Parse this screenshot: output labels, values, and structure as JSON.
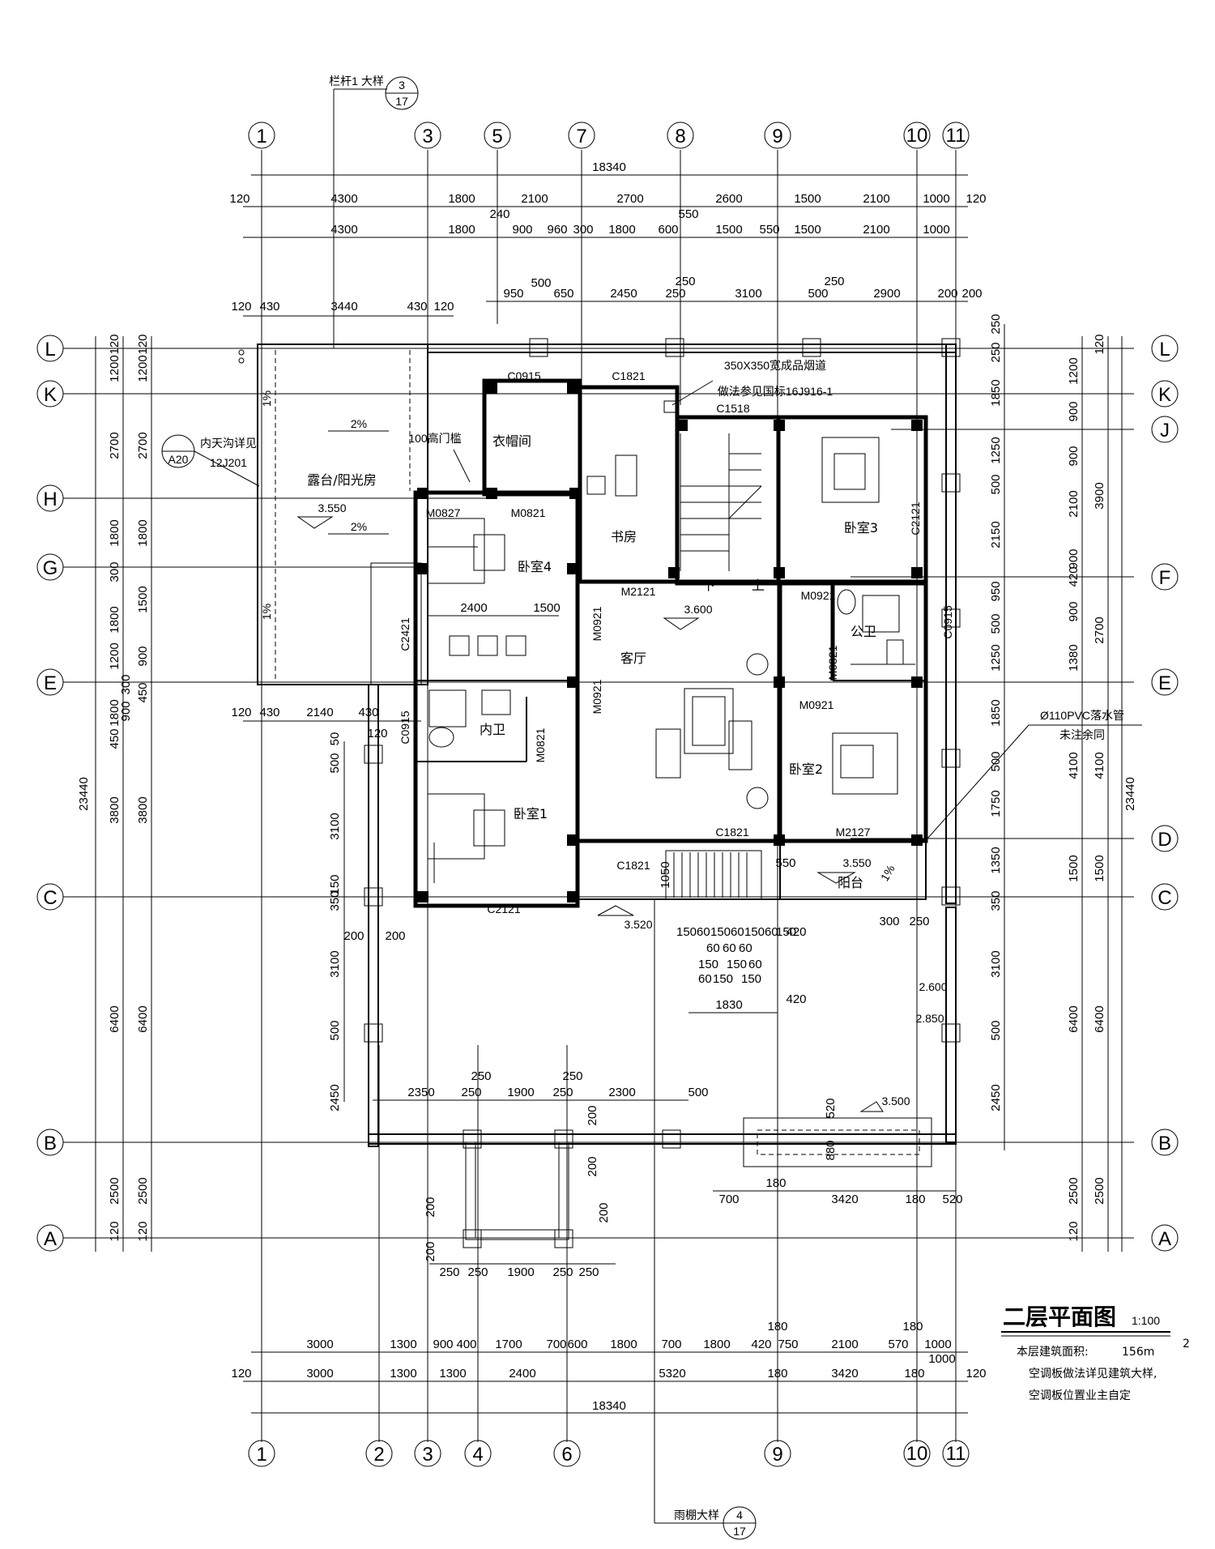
{
  "drawing": {
    "title": "二层平面图",
    "scale": "1:100",
    "area_label": "本层建筑面积:",
    "area_value": "156m",
    "area_sup": "2",
    "note1": "空调板做法详见建筑大样,",
    "note2": "空调板位置业主自定"
  },
  "axes_top": [
    "1",
    "3",
    "5",
    "7",
    "8",
    "9",
    "10",
    "11"
  ],
  "axes_bottom": [
    "1",
    "2",
    "3",
    "4",
    "6",
    "9",
    "10",
    "11"
  ],
  "axes_left": [
    "L",
    "K",
    "H",
    "G",
    "E",
    "C",
    "B",
    "A"
  ],
  "axes_right": [
    "L",
    "K",
    "J",
    "F",
    "E",
    "D",
    "C",
    "B",
    "A"
  ],
  "callouts": {
    "railing": "栏杆1 大样",
    "railing_num": "3",
    "railing_sheet": "17",
    "canopy": "雨棚大样",
    "canopy_num": "4",
    "canopy_sheet": "17",
    "gutter": "内天沟详见",
    "gutter_std": "12J201",
    "gutter_sheet": "A20",
    "chimney1": "350X350宽成品烟道",
    "chimney2": "做法参见国标16J916-1",
    "pipe1": "Ø110PVC落水管",
    "pipe2": "未注余同",
    "threshold": "100高门槛"
  },
  "rooms": {
    "terrace": "露台/阳光房",
    "closet": "衣帽间",
    "study": "书房",
    "bed1": "卧室1",
    "bed2": "卧室2",
    "bed3": "卧室3",
    "bed4": "卧室4",
    "living": "客厅",
    "bath_in": "内卫",
    "bath_pub": "公卫",
    "balcony": "阳台",
    "up": "上",
    "down": "下"
  },
  "openings": {
    "c0915a": "C0915",
    "c1821a": "C1821",
    "c1518": "C1518",
    "m0827": "M0827",
    "m0821a": "M0821",
    "m2121": "M2121",
    "m0921a": "M0921",
    "m0921b": "M0921",
    "m0921c": "M0921",
    "m0921d": "M0921",
    "c2121a": "C2121",
    "c2421": "C2421",
    "c0915b": "C0915",
    "m0821b": "M0821",
    "m0821c": "M0821",
    "c1821b": "C1821",
    "c1821c": "C1821",
    "c2121b": "C2121",
    "m2127": "M2127",
    "c0915c": "C0915"
  },
  "levels": {
    "l1": "3.550",
    "l2": "3.600",
    "l3": "3.550",
    "l4": "3.520",
    "l5": "2.600",
    "l6": "2.850",
    "l7": "3.500"
  },
  "slopes": {
    "s1": "2%",
    "s2": "2%",
    "s3": "1%",
    "s4": "1%",
    "s5": "1%"
  },
  "dims_top": {
    "overall": "18340",
    "row1": [
      "120",
      "4300",
      "1800",
      "2100",
      "2700",
      "2600",
      "1500",
      "2100",
      "1000",
      "120"
    ],
    "row2": [
      "4300",
      "1800",
      "900",
      "960",
      "300",
      "1800",
      "600",
      "1500",
      "550",
      "1500",
      "2100",
      "1000"
    ],
    "row2_extra": [
      "240",
      "550"
    ],
    "row3": [
      "950",
      "500",
      "650",
      "2450",
      "250",
      "3100",
      "500",
      "2900",
      "200",
      "200"
    ],
    "row3_extra": [
      "250",
      "250"
    ],
    "row4": [
      "120",
      "430",
      "3440",
      "430",
      "120"
    ]
  },
  "dims_bottom": {
    "overall": "18340",
    "row1": [
      "3000",
      "1300",
      "900",
      "400",
      "1700",
      "700",
      "600",
      "1800",
      "700",
      "1800",
      "420",
      "750",
      "2100",
      "570",
      "1000"
    ],
    "row1_extra": [
      "180",
      "180",
      "1000"
    ],
    "row2": [
      "120",
      "3000",
      "1300",
      "1300",
      "2400",
      "5320",
      "180",
      "3420",
      "180",
      "120"
    ]
  },
  "dims_left": {
    "overall": "23440",
    "outer": [
      "120",
      "1200",
      "2700",
      "1800",
      "300",
      "1800",
      "1200",
      "300",
      "1800",
      "450",
      "3800",
      "6400",
      "2500",
      "120"
    ],
    "inner": [
      "120",
      "1200",
      "2700",
      "1800",
      "1500",
      "900",
      "450",
      "900",
      "3800",
      "6400",
      "2500",
      "120"
    ],
    "col": [
      "50",
      "500",
      "3100",
      "150",
      "350",
      "3100",
      "500",
      "2450"
    ]
  },
  "dims_right": {
    "overall": "23440",
    "outer": [
      "120",
      "1200",
      "900",
      "900",
      "2100",
      "900",
      "420",
      "900",
      "1380",
      "4100",
      "1500",
      "6400",
      "2500",
      "120"
    ],
    "inner": [
      "3900",
      "2700",
      "4100",
      "1500",
      "6400",
      "2500"
    ],
    "col": [
      "250",
      "250",
      "1850",
      "1250",
      "500",
      "2150",
      "950",
      "500",
      "1250",
      "1850",
      "500",
      "1750",
      "1350",
      "350",
      "3100",
      "500",
      "2450"
    ]
  },
  "dims_misc": {
    "terrace_bottom": [
      "120",
      "430",
      "2140",
      "430"
    ],
    "terrace_side": "120",
    "bed4_w": "2400",
    "bed4_door": "1500",
    "stairs_a": "1050",
    "stairs_b": "550",
    "stairs_c": [
      "150",
      "60",
      "150",
      "60",
      "150",
      "60",
      "150"
    ],
    "stairs_d": [
      "60",
      "60",
      "60"
    ],
    "stairs_e": [
      "150",
      "150",
      "60"
    ],
    "stairs_f": [
      "60",
      "150",
      "150"
    ],
    "stairs_w": "1830",
    "stairs_r": "420",
    "stairs_r2": "420",
    "porch_top": [
      "2350",
      "250",
      "1900",
      "250",
      "2300",
      "500"
    ],
    "porch_top_extra": [
      "250",
      "250"
    ],
    "porch_bottom": [
      "250",
      "250",
      "1900",
      "250",
      "250"
    ],
    "porch_side": [
      "200",
      "200",
      "200",
      "200",
      "200"
    ],
    "ac_row": [
      "700",
      "180",
      "3420",
      "180",
      "520"
    ],
    "ac_h": [
      "520",
      "880"
    ],
    "misc1": [
      "200",
      "200"
    ],
    "misc2": [
      "300",
      "250"
    ]
  }
}
